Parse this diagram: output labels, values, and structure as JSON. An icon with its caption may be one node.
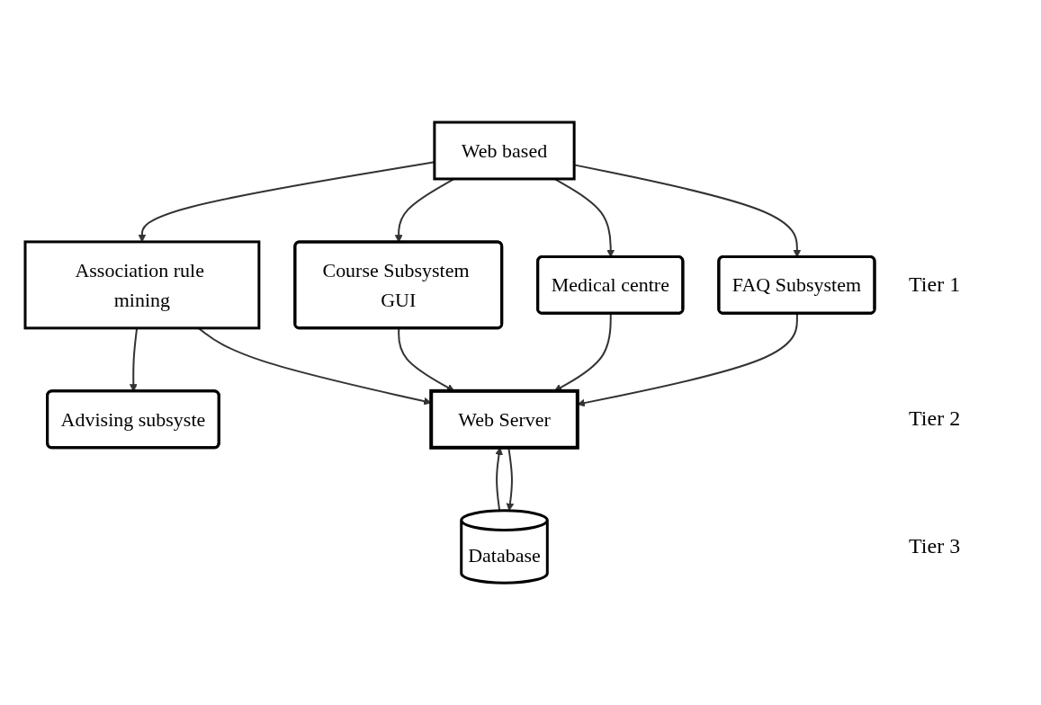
{
  "diagram": {
    "nodes": [
      {
        "text": [
          "Web based"
        ]
      },
      {
        "text": [
          "FAQ Subsystem"
        ]
      },
      {
        "text": [
          "Medical centre"
        ]
      },
      {
        "text": [
          "Course Subsystem GUI"
        ]
      },
      {
        "text": [
          "Association rule mining"
        ]
      },
      {
        "text": [
          "Advising subsyste"
        ]
      },
      {
        "text": [
          "Web Server"
        ]
      },
      {
        "text": [
          "Database"
        ]
      }
    ],
    "edges": [
      {
        "from": 0,
        "to": 1,
        "arrow": "to"
      },
      {
        "from": 0,
        "to": 2,
        "arrow": "to"
      },
      {
        "from": 0,
        "to": 3,
        "arrow": "to"
      },
      {
        "from": 0,
        "to": 4,
        "arrow": "to"
      },
      {
        "from": 4,
        "to": 5,
        "arrow": "to"
      },
      {
        "from": 1,
        "to": 6,
        "arrow": "to"
      },
      {
        "from": 2,
        "to": 6,
        "arrow": "to"
      },
      {
        "from": 3,
        "to": 6,
        "arrow": "to"
      },
      {
        "from": 4,
        "to": 6,
        "arrow": "to"
      },
      {
        "from": 6,
        "to": 7,
        "arrow": "to"
      },
      {
        "from": 7,
        "to": 6,
        "arrow": "to"
      }
    ],
    "labels": [
      "Tier 1",
      "Tier 2",
      "Tier 3"
    ]
  }
}
